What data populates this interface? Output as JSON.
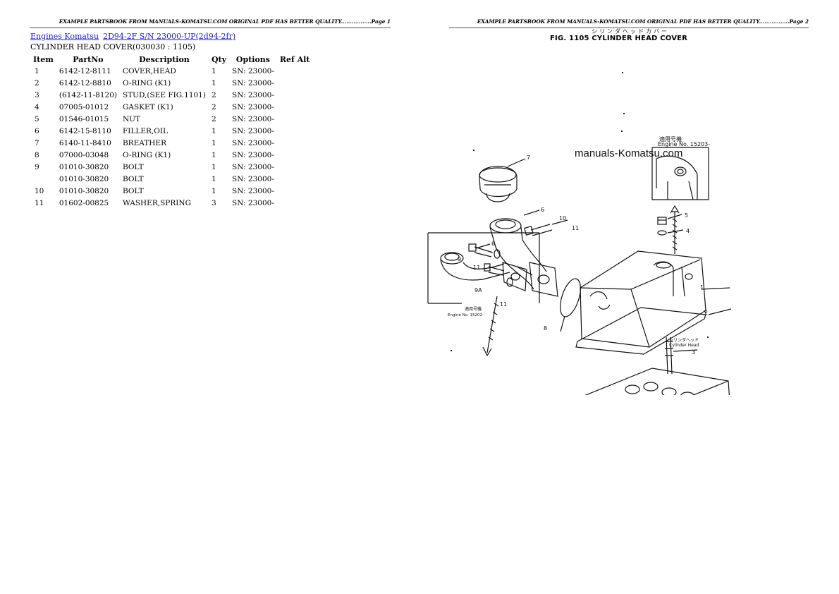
{
  "banner": {
    "left": "EXAMPLE PARTSBOOK FROM MANUALS-KOMATSU.COM ORIGINAL PDF HAS BETTER QUALITY.................Page 1",
    "right": "EXAMPLE PARTSBOOK FROM MANUALS-KOMATSU.COM ORIGINAL PDF HAS BETTER QUALITY.................Page 2"
  },
  "breadcrumb": {
    "link1": "Engines Komatsu",
    "link2": "2D94-2F S/N 23000-UP(2d94-2fr)"
  },
  "section_title": "CYLINDER HEAD COVER(030030 : 1105)",
  "table": {
    "headers": [
      "Item",
      "PartNo",
      "Description",
      "Qty",
      "Options",
      "Ref Alt"
    ],
    "rows": [
      {
        "item": "1",
        "part": "6142-12-8111",
        "desc": "COVER,HEAD",
        "qty": "1",
        "opt": "SN: 23000-"
      },
      {
        "item": "2",
        "part": "6142-12-8810",
        "desc": "O-RING (K1)",
        "qty": "1",
        "opt": "SN: 23000-"
      },
      {
        "item": "3",
        "part": "(6142-11-8120)",
        "desc": "STUD,(SEE FIG.1101)",
        "qty": "2",
        "opt": "SN: 23000-"
      },
      {
        "item": "4",
        "part": "07005-01012",
        "desc": "GASKET (K1)",
        "qty": "2",
        "opt": "SN: 23000-"
      },
      {
        "item": "5",
        "part": "01546-01015",
        "desc": "NUT",
        "qty": "2",
        "opt": "SN: 23000-"
      },
      {
        "item": "6",
        "part": "6142-15-8110",
        "desc": "FILLER,OIL",
        "qty": "1",
        "opt": "SN: 23000-"
      },
      {
        "item": "7",
        "part": "6140-11-8410",
        "desc": "BREATHER",
        "qty": "1",
        "opt": "SN: 23000-"
      },
      {
        "item": "8",
        "part": "07000-03048",
        "desc": "O-RING (K1)",
        "qty": "1",
        "opt": "SN: 23000-"
      },
      {
        "item": "9",
        "part": "01010-30820",
        "desc": "BOLT",
        "qty": "1",
        "opt": "SN: 23000-"
      },
      {
        "item": "",
        "part": "01010-30820",
        "desc": "BOLT",
        "qty": "1",
        "opt": "SN: 23000-"
      },
      {
        "item": "10",
        "part": "01010-30820",
        "desc": "BOLT",
        "qty": "1",
        "opt": "SN: 23000-"
      },
      {
        "item": "11",
        "part": "01602-00825",
        "desc": "WASHER,SPRING",
        "qty": "3",
        "opt": "SN: 23000-"
      }
    ]
  },
  "figure": {
    "title": "FIG. 1105  CYLINDER HEAD COVER",
    "kana": "シリンダヘッドカバー",
    "watermark": "manuals-Komatsu.com",
    "callouts": [
      "7",
      "6",
      "10",
      "11",
      "9",
      "11",
      "9A",
      "11",
      "8",
      "5",
      "4",
      "1",
      "2",
      "3",
      "6"
    ],
    "inset_top": {
      "line1": "適用号機",
      "line2": "Engine No. 15203-"
    },
    "inset_bottom": {
      "line1": "適用号機",
      "line2": "Engine No. 15202-"
    },
    "head_label": {
      "line1": "シリンダヘッド",
      "line2": "Cylinder Head"
    }
  }
}
